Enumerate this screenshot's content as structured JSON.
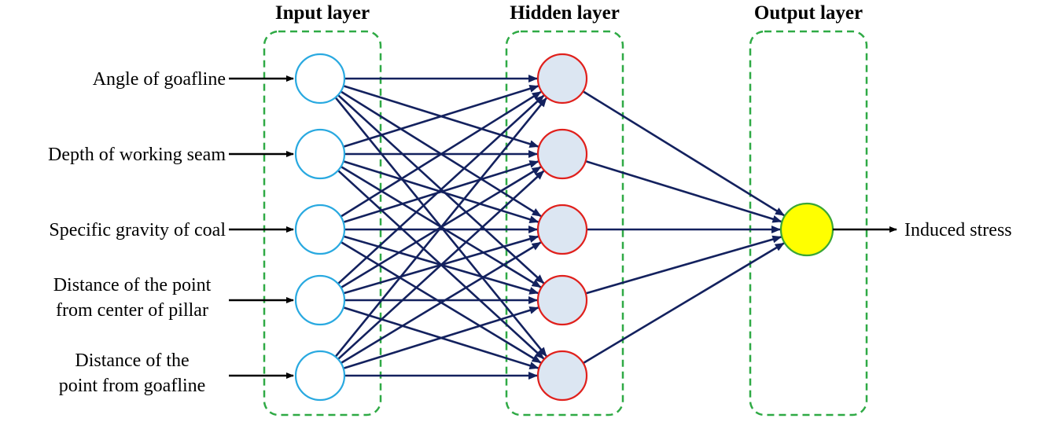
{
  "layers": {
    "input": {
      "title": "Input layer"
    },
    "hidden": {
      "title": "Hidden layer"
    },
    "output": {
      "title": "Output layer"
    }
  },
  "inputs": [
    {
      "lines": [
        "Angle of goafline"
      ]
    },
    {
      "lines": [
        "Depth of working seam"
      ]
    },
    {
      "lines": [
        "Specific gravity of coal"
      ]
    },
    {
      "lines": [
        "Distance of the point",
        "from center of pillar"
      ]
    },
    {
      "lines": [
        "Distance of the",
        "point from goafline"
      ]
    }
  ],
  "output": {
    "label": "Induced stress"
  },
  "colors": {
    "input_node_stroke": "#29a9e0",
    "input_node_fill": "#ffffff",
    "hidden_node_stroke": "#e0201c",
    "hidden_node_fill": "#dce6f2",
    "output_node_stroke": "#3aa635",
    "output_node_fill": "#ffff00",
    "connection": "#13215e",
    "layer_box": "#2faa45",
    "arrow": "#000000"
  }
}
